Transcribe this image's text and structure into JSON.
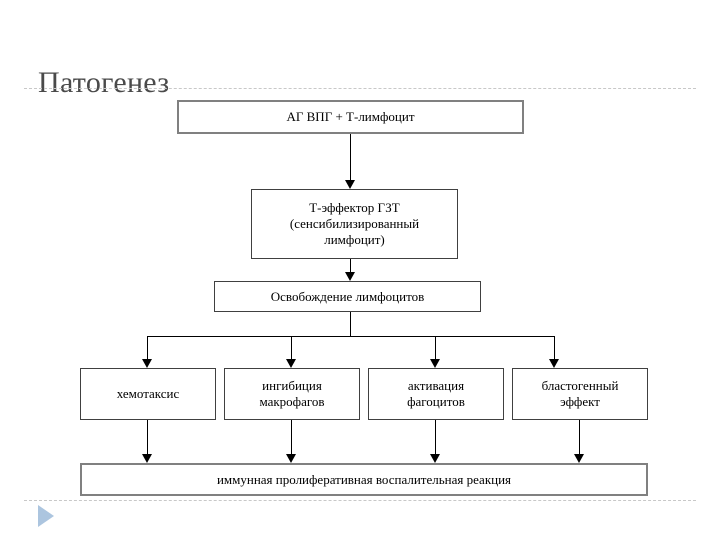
{
  "slide": {
    "title": "Патогенез",
    "accent_color": "#a8c2dd",
    "title_color": "#4a4a4a",
    "box_border_color": "#808080",
    "connector_color": "#000000",
    "background": "#ffffff"
  },
  "diagram": {
    "type": "flowchart",
    "orientation": "top-down",
    "levels": [
      {
        "level": 1,
        "boxes": [
          {
            "id": "ag",
            "text": "АГ   ВПГ       +        Т-лимфоцит"
          }
        ]
      },
      {
        "level": 2,
        "boxes": [
          {
            "id": "teffector",
            "line1": "Т-эффектор ГЗТ",
            "line2": "(сенсибилизированный",
            "line3": "лимфоцит)"
          }
        ]
      },
      {
        "level": 3,
        "boxes": [
          {
            "id": "release",
            "text": "Освобождение лимфоцитов"
          }
        ]
      },
      {
        "level": 4,
        "boxes": [
          {
            "id": "chemotaxis",
            "line1": "хемотаксис",
            "line2": ""
          },
          {
            "id": "inhibition",
            "line1": "ингибиция",
            "line2": "макрофагов"
          },
          {
            "id": "activation",
            "line1": "активация",
            "line2": "фагоцитов"
          },
          {
            "id": "blastogenic",
            "line1": "бластогенный",
            "line2": "эффект"
          }
        ]
      },
      {
        "level": 5,
        "boxes": [
          {
            "id": "final",
            "text": "иммунная пролиферативная воспалительная реакция"
          }
        ]
      }
    ]
  },
  "navigation": {
    "next_label": "next-slide"
  }
}
